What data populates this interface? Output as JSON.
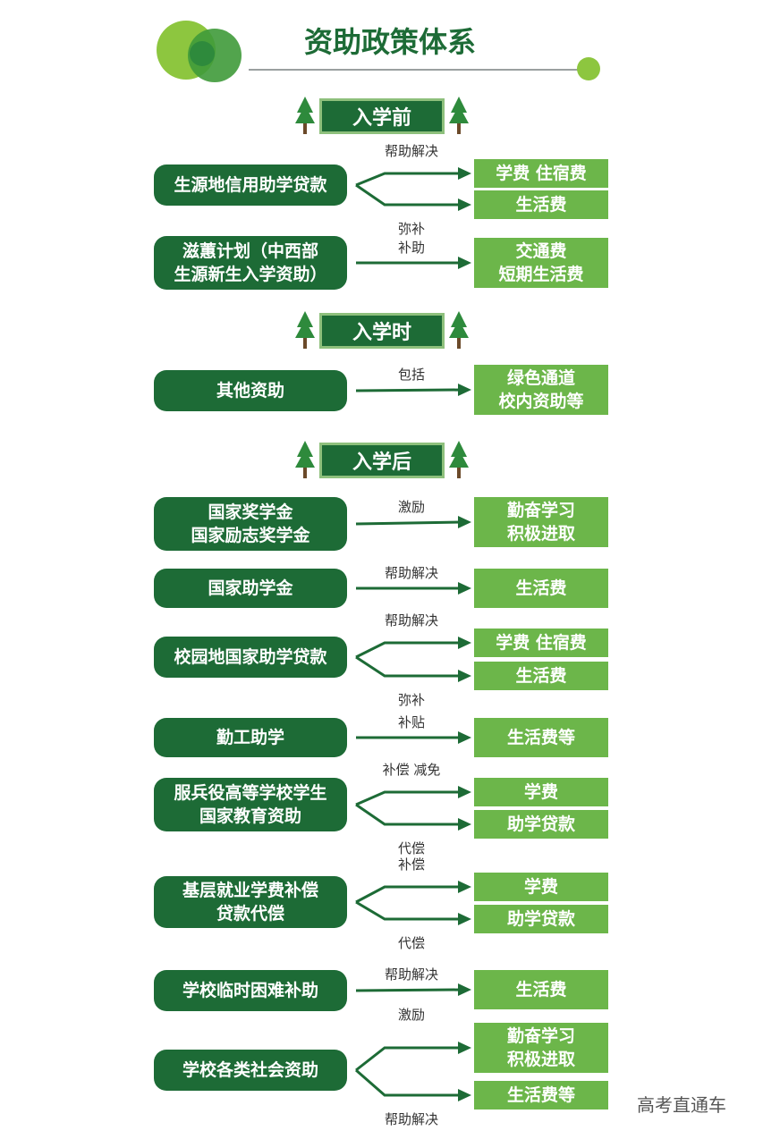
{
  "title": "资助政策体系",
  "colors": {
    "dark_green": "#1d6b36",
    "light_green": "#6cb64a",
    "lime": "#8dc63f"
  },
  "sections": [
    {
      "header": "入学前",
      "items": [
        {
          "left": "生源地信用助学贷款",
          "branches": [
            {
              "label": "帮助解决",
              "target": "学费  住宿费"
            },
            {
              "label": "弥补",
              "target": "生活费"
            }
          ]
        },
        {
          "left": "滋蕙计划（中西部\n生源新生入学资助）",
          "branches": [
            {
              "label": "补助",
              "target": "交通费\n短期生活费"
            }
          ]
        }
      ]
    },
    {
      "header": "入学时",
      "items": [
        {
          "left": "其他资助",
          "branches": [
            {
              "label": "包括",
              "target": "绿色通道\n校内资助等"
            }
          ]
        }
      ]
    },
    {
      "header": "入学后",
      "items": [
        {
          "left": "国家奖学金\n国家励志奖学金",
          "branches": [
            {
              "label": "激励",
              "target": "勤奋学习\n积极进取"
            }
          ]
        },
        {
          "left": "国家助学金",
          "branches": [
            {
              "label": "帮助解决",
              "target": "生活费"
            }
          ]
        },
        {
          "left": "校园地国家助学贷款",
          "branches": [
            {
              "label": "帮助解决",
              "target": "学费  住宿费"
            },
            {
              "label": "弥补",
              "target": "生活费"
            }
          ]
        },
        {
          "left": "勤工助学",
          "branches": [
            {
              "label": "补贴",
              "target": "生活费等"
            }
          ]
        },
        {
          "left": "服兵役高等学校学生\n国家教育资助",
          "branches": [
            {
              "label": "补偿  减免",
              "target": "学费"
            },
            {
              "label": "代偿",
              "target": "助学贷款"
            }
          ]
        },
        {
          "left": "基层就业学费补偿\n贷款代偿",
          "branches": [
            {
              "label": "补偿",
              "target": "学费"
            },
            {
              "label": "代偿",
              "target": "助学贷款"
            }
          ]
        },
        {
          "left": "学校临时困难补助",
          "branches": [
            {
              "label": "帮助解决",
              "target": "生活费"
            }
          ]
        },
        {
          "left": "学校各类社会资助",
          "branches": [
            {
              "label": "激励",
              "target": "勤奋学习\n积极进取"
            },
            {
              "label": "帮助解决",
              "target": "生活费等"
            }
          ]
        }
      ]
    }
  ],
  "watermark": "高考直通车"
}
